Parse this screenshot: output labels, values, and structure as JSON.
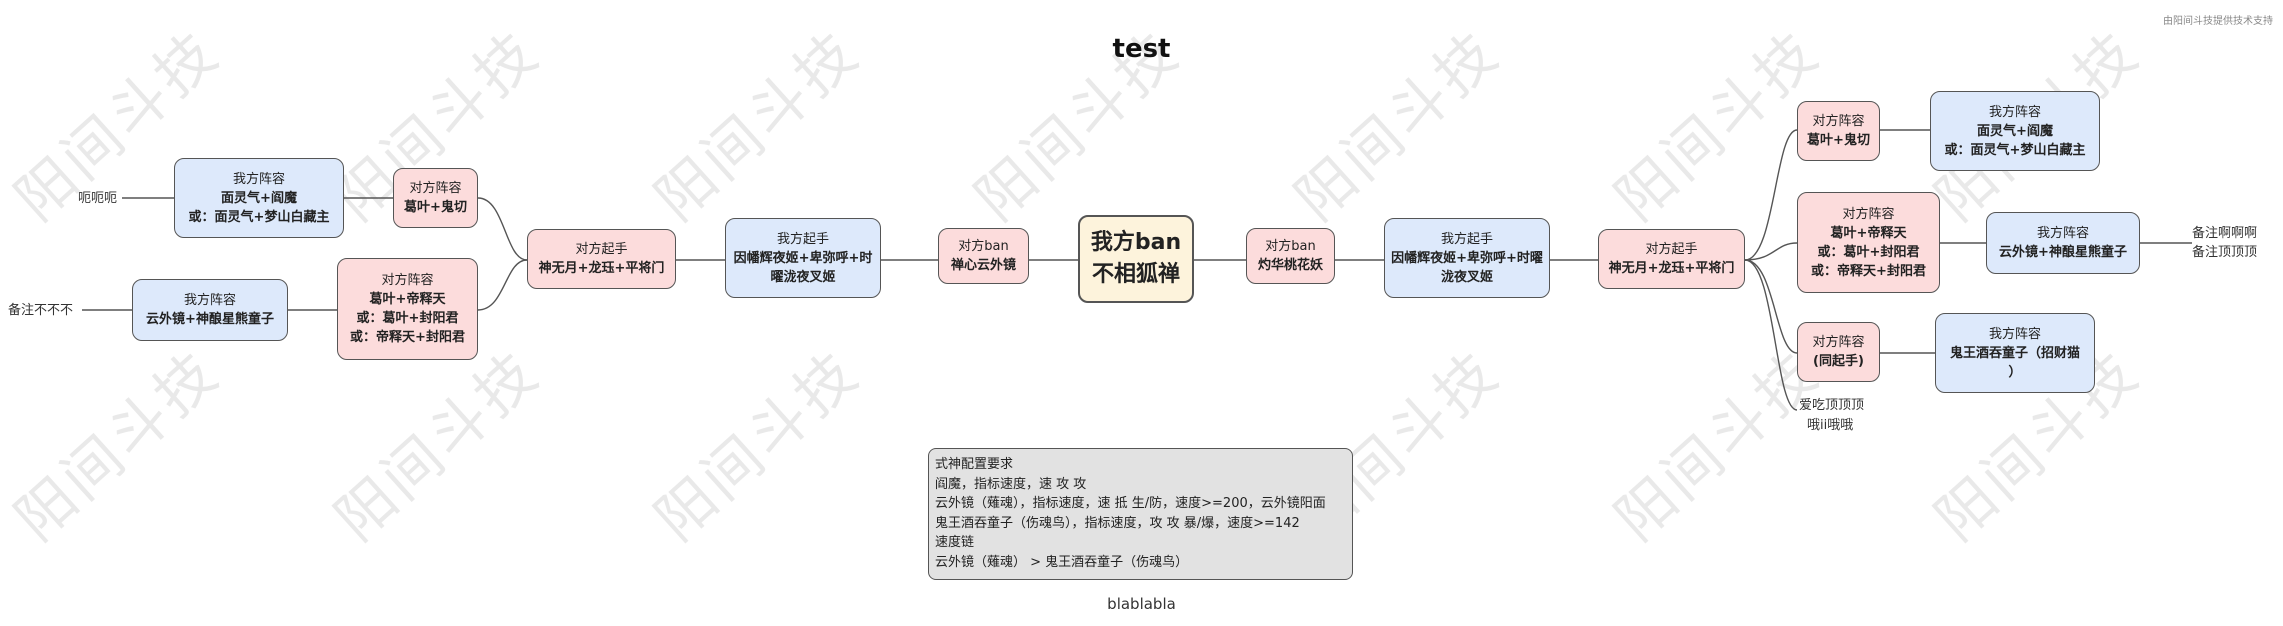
{
  "title": "test",
  "credit": "由阳间斗技提供技术支持",
  "footer": "blablabla",
  "watermark": "阳间斗技",
  "center": {
    "line1": "我方ban",
    "line2": "不相狐禅"
  },
  "left": {
    "ban": {
      "head": "对方ban",
      "body": "禅心云外镜"
    },
    "start": {
      "head": "我方起手",
      "body": "因幡辉夜姬+卑弥呼+时曜泷夜叉姬"
    },
    "enemy_start": {
      "head": "对方起手",
      "body": "神无月+龙珏+平将门"
    },
    "branch1": {
      "enemy": {
        "head": "对方阵容",
        "body": "葛叶+鬼切"
      },
      "ours": {
        "head": "我方阵容",
        "body1": "面灵气+阎魔",
        "body2": "或：面灵气+梦山白藏主"
      },
      "leaf": "呃呃呃"
    },
    "branch2": {
      "enemy": {
        "head": "对方阵容",
        "body1": "葛叶+帝释天",
        "body2": "或：葛叶+封阳君",
        "body3": "或：帝释天+封阳君"
      },
      "ours": {
        "head": "我方阵容",
        "body": "云外镜+神酿星熊童子"
      },
      "leaf": "备注不不不"
    }
  },
  "right": {
    "ban": {
      "head": "对方ban",
      "body": "灼华桃花妖"
    },
    "start": {
      "head": "我方起手",
      "body": "因幡辉夜姬+卑弥呼+时曜泷夜叉姬"
    },
    "enemy_start": {
      "head": "对方起手",
      "body": "神无月+龙珏+平将门"
    },
    "branch1": {
      "enemy": {
        "head": "对方阵容",
        "body": "葛叶+鬼切"
      },
      "ours": {
        "head": "我方阵容",
        "body1": "面灵气+阎魔",
        "body2": "或：面灵气+梦山白藏主"
      }
    },
    "branch2": {
      "enemy": {
        "head": "对方阵容",
        "body1": "葛叶+帝释天",
        "body2": "或：葛叶+封阳君",
        "body3": "或：帝释天+封阳君"
      },
      "ours": {
        "head": "我方阵容",
        "body": "云外镜+神酿星熊童子"
      },
      "leaf1": "备注啊啊啊",
      "leaf2": "备注顶顶顶"
    },
    "branch3": {
      "enemy": {
        "head": "对方阵容",
        "body": "(同起手)"
      },
      "ours": {
        "head": "我方阵容",
        "body1": "鬼王酒吞童子（招财猫",
        "body2": "）"
      }
    },
    "branch4": {
      "leaf1": "爱吃顶顶顶",
      "leaf2": "哦ii哦哦"
    }
  },
  "note": {
    "lines": [
      "式神配置要求",
      "阎魔，指标速度，速 攻 攻",
      "云外镜（薙魂），指标速度，速 抵 生/防，速度>=200，云外镜阳面",
      "鬼王酒吞童子（伤魂鸟），指标速度，攻 攻 暴/爆，速度>=142",
      "速度链",
      "云外镜（薙魂） > 鬼王酒吞童子（伤魂鸟）"
    ]
  }
}
